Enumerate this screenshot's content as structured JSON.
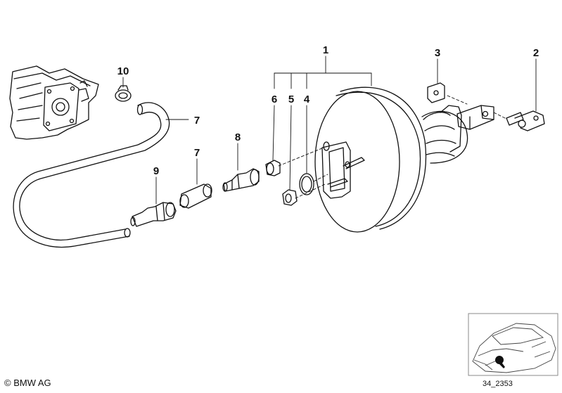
{
  "callouts": {
    "c1": "1",
    "c2": "2",
    "c3": "3",
    "c4": "4",
    "c5": "5",
    "c6": "6",
    "c7a": "7",
    "c7b": "7",
    "c8": "8",
    "c9": "9",
    "c10": "10"
  },
  "footer": {
    "copyright": "© BMW AG",
    "code": "34_2353"
  }
}
